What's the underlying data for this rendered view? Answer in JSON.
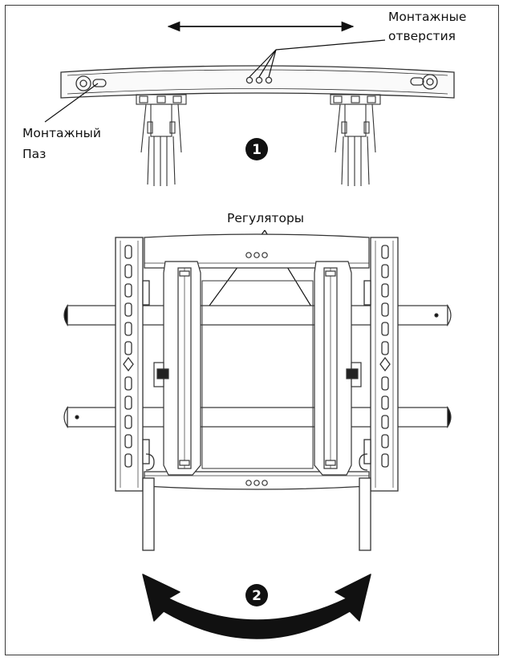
{
  "labels": {
    "holes_line1": "Монтажные",
    "holes_line2": "отверстия",
    "slot_line1": "Монтажный",
    "slot_line2": "Паз",
    "regulators": "Регуляторы"
  },
  "steps": [
    "1",
    "2"
  ],
  "colors": {
    "ink": "#111111",
    "line": "#333333",
    "paper": "#ffffff"
  }
}
